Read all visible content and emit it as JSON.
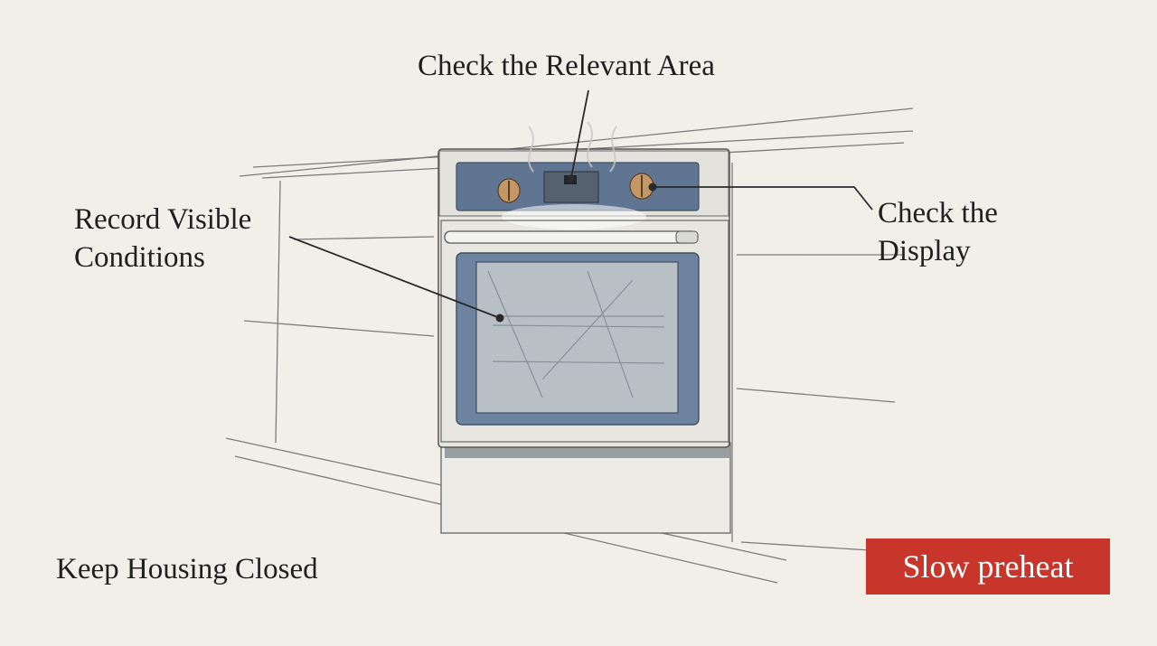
{
  "callouts": {
    "relevant_area": "Check the Relevant Area",
    "record_line1": "Record Visible",
    "record_line2": "Conditions",
    "display_line1": "Check the",
    "display_line2": "Display",
    "housing": "Keep Housing Closed"
  },
  "status": {
    "text": "Slow preheat",
    "color": "#c8352b"
  },
  "colors": {
    "panel": "#5f7591",
    "window": "#b8c0c6",
    "knob": "#c49866",
    "oven_body": "#e9e8e2",
    "line": "#2a2a2a"
  }
}
